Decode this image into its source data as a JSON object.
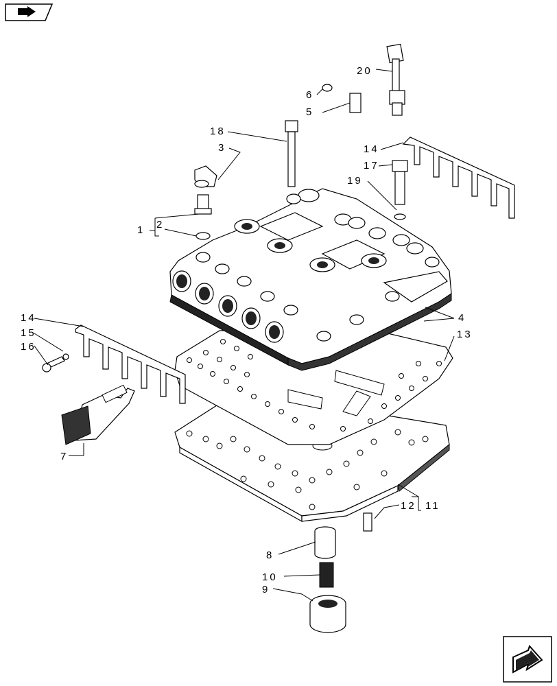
{
  "toolbar": {
    "back_icon": "back-arrow-icon"
  },
  "corner_nav": {
    "icon": "previous-page-arrow-icon"
  },
  "callouts": [
    {
      "id": "c1",
      "label": "1"
    },
    {
      "id": "c2",
      "label": "2"
    },
    {
      "id": "c3",
      "label": "3"
    },
    {
      "id": "c4",
      "label": "4"
    },
    {
      "id": "c5",
      "label": "5"
    },
    {
      "id": "c6",
      "label": "6"
    },
    {
      "id": "c7",
      "label": "7"
    },
    {
      "id": "c8",
      "label": "8"
    },
    {
      "id": "c9",
      "label": "9"
    },
    {
      "id": "c10",
      "label": "10"
    },
    {
      "id": "c11",
      "label": "11"
    },
    {
      "id": "c12",
      "label": "12"
    },
    {
      "id": "c13",
      "label": "13"
    },
    {
      "id": "c14a",
      "label": "14"
    },
    {
      "id": "c14b",
      "label": "14"
    },
    {
      "id": "c15",
      "label": "15"
    },
    {
      "id": "c16",
      "label": "16"
    },
    {
      "id": "c17",
      "label": "17"
    },
    {
      "id": "c18",
      "label": "18"
    },
    {
      "id": "c19",
      "label": "19"
    },
    {
      "id": "c20",
      "label": "20"
    }
  ]
}
